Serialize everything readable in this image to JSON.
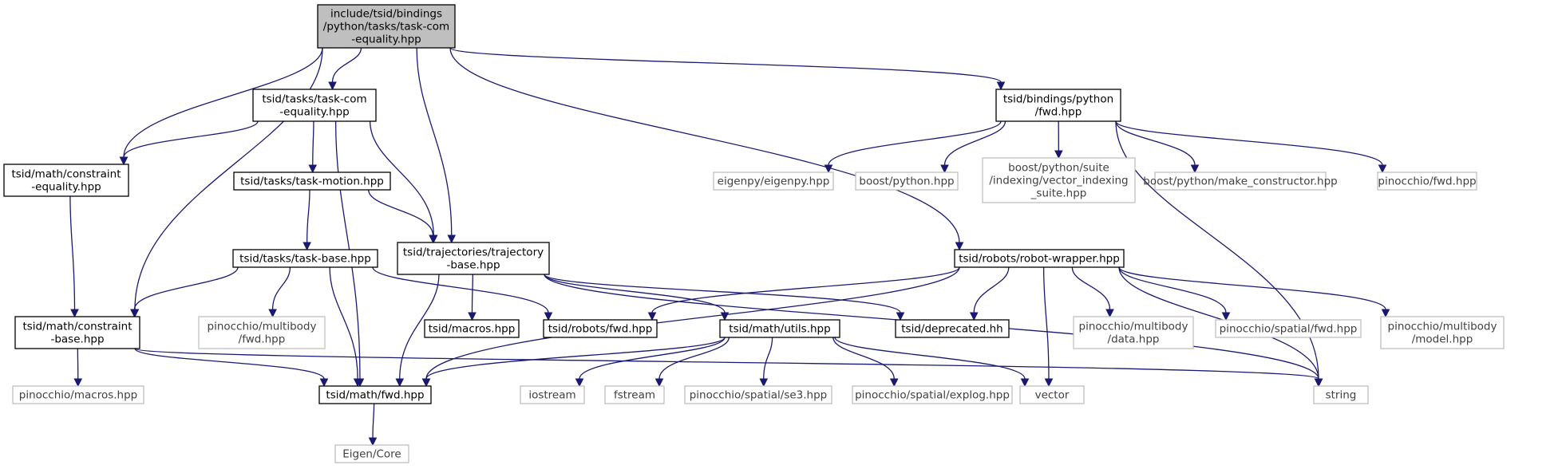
{
  "colors": {
    "edge": "#191970",
    "root_fill": "#bfbfbf",
    "internal_stroke": "#000000",
    "external_stroke": "#bfbfbf",
    "external_text": "#404040"
  },
  "nodes": [
    {
      "id": "root",
      "kind": "root",
      "lines": [
        "include/tsid/bindings",
        "/python/tasks/task-com",
        "-equality.hpp"
      ]
    },
    {
      "id": "task_com_eq",
      "kind": "internal",
      "lines": [
        "tsid/tasks/task-com",
        "-equality.hpp"
      ]
    },
    {
      "id": "py_fwd",
      "kind": "internal",
      "lines": [
        "tsid/bindings/python",
        "/fwd.hpp"
      ]
    },
    {
      "id": "constraint_eq",
      "kind": "internal",
      "lines": [
        "tsid/math/constraint",
        "-equality.hpp"
      ]
    },
    {
      "id": "task_motion",
      "kind": "internal",
      "lines": [
        "tsid/tasks/task-motion.hpp"
      ]
    },
    {
      "id": "eigenpy",
      "kind": "external",
      "lines": [
        "eigenpy/eigenpy.hpp"
      ]
    },
    {
      "id": "boost_python",
      "kind": "external",
      "lines": [
        "boost/python.hpp"
      ]
    },
    {
      "id": "boost_vis",
      "kind": "external",
      "lines": [
        "boost/python/suite",
        "/indexing/vector_indexing",
        "_suite.hpp"
      ]
    },
    {
      "id": "boost_mc",
      "kind": "external",
      "lines": [
        "boost/python/make_constructor.hpp"
      ]
    },
    {
      "id": "pin_fwd",
      "kind": "external",
      "lines": [
        "pinocchio/fwd.hpp"
      ]
    },
    {
      "id": "task_base",
      "kind": "internal",
      "lines": [
        "tsid/tasks/task-base.hpp"
      ]
    },
    {
      "id": "traj_base",
      "kind": "internal",
      "lines": [
        "tsid/trajectories/trajectory",
        "-base.hpp"
      ]
    },
    {
      "id": "robot_wrapper",
      "kind": "internal",
      "lines": [
        "tsid/robots/robot-wrapper.hpp"
      ]
    },
    {
      "id": "constraint_base",
      "kind": "internal",
      "lines": [
        "tsid/math/constraint",
        "-base.hpp"
      ]
    },
    {
      "id": "pin_mb_fwd",
      "kind": "external",
      "lines": [
        "pinocchio/multibody",
        "/fwd.hpp"
      ]
    },
    {
      "id": "tsid_macros",
      "kind": "internal",
      "lines": [
        "tsid/macros.hpp"
      ]
    },
    {
      "id": "robots_fwd",
      "kind": "internal",
      "lines": [
        "tsid/robots/fwd.hpp"
      ]
    },
    {
      "id": "math_utils",
      "kind": "internal",
      "lines": [
        "tsid/math/utils.hpp"
      ]
    },
    {
      "id": "deprecated",
      "kind": "internal",
      "lines": [
        "tsid/deprecated.hh"
      ]
    },
    {
      "id": "pin_mb_data",
      "kind": "external",
      "lines": [
        "pinocchio/multibody",
        "/data.hpp"
      ]
    },
    {
      "id": "pin_sp_fwd",
      "kind": "external",
      "lines": [
        "pinocchio/spatial/fwd.hpp"
      ]
    },
    {
      "id": "pin_mb_model",
      "kind": "external",
      "lines": [
        "pinocchio/multibody",
        "/model.hpp"
      ]
    },
    {
      "id": "pin_macros",
      "kind": "external",
      "lines": [
        "pinocchio/macros.hpp"
      ]
    },
    {
      "id": "math_fwd",
      "kind": "internal",
      "lines": [
        "tsid/math/fwd.hpp"
      ]
    },
    {
      "id": "iostream",
      "kind": "external",
      "lines": [
        "iostream"
      ]
    },
    {
      "id": "fstream",
      "kind": "external",
      "lines": [
        "fstream"
      ]
    },
    {
      "id": "pin_se3",
      "kind": "external",
      "lines": [
        "pinocchio/spatial/se3.hpp"
      ]
    },
    {
      "id": "pin_explog",
      "kind": "external",
      "lines": [
        "pinocchio/spatial/explog.hpp"
      ]
    },
    {
      "id": "vector",
      "kind": "external",
      "lines": [
        "vector"
      ]
    },
    {
      "id": "string",
      "kind": "external",
      "lines": [
        "string"
      ]
    },
    {
      "id": "eigen_core",
      "kind": "external",
      "lines": [
        "Eigen/Core"
      ]
    }
  ],
  "edges": [
    [
      "root",
      "task_com_eq"
    ],
    [
      "root",
      "py_fwd"
    ],
    [
      "root",
      "constraint_eq"
    ],
    [
      "root",
      "constraint_base"
    ],
    [
      "root",
      "traj_base"
    ],
    [
      "root",
      "robot_wrapper"
    ],
    [
      "task_com_eq",
      "constraint_eq"
    ],
    [
      "task_com_eq",
      "task_motion"
    ],
    [
      "task_com_eq",
      "traj_base"
    ],
    [
      "task_com_eq",
      "math_fwd"
    ],
    [
      "py_fwd",
      "eigenpy"
    ],
    [
      "py_fwd",
      "boost_python"
    ],
    [
      "py_fwd",
      "boost_vis"
    ],
    [
      "py_fwd",
      "boost_mc"
    ],
    [
      "py_fwd",
      "pin_fwd"
    ],
    [
      "py_fwd",
      "string"
    ],
    [
      "constraint_eq",
      "constraint_base"
    ],
    [
      "task_motion",
      "task_base"
    ],
    [
      "task_motion",
      "traj_base"
    ],
    [
      "task_base",
      "constraint_base"
    ],
    [
      "task_base",
      "pin_mb_fwd"
    ],
    [
      "task_base",
      "math_fwd"
    ],
    [
      "task_base",
      "robots_fwd"
    ],
    [
      "traj_base",
      "math_fwd"
    ],
    [
      "traj_base",
      "tsid_macros"
    ],
    [
      "traj_base",
      "math_utils"
    ],
    [
      "traj_base",
      "deprecated"
    ],
    [
      "traj_base",
      "string"
    ],
    [
      "robot_wrapper",
      "robots_fwd"
    ],
    [
      "robot_wrapper",
      "deprecated"
    ],
    [
      "robot_wrapper",
      "pin_mb_data"
    ],
    [
      "robot_wrapper",
      "pin_sp_fwd"
    ],
    [
      "robot_wrapper",
      "pin_mb_model"
    ],
    [
      "robot_wrapper",
      "math_fwd"
    ],
    [
      "robot_wrapper",
      "vector"
    ],
    [
      "robot_wrapper",
      "string"
    ],
    [
      "constraint_base",
      "pin_macros"
    ],
    [
      "constraint_base",
      "math_fwd"
    ],
    [
      "constraint_base",
      "string"
    ],
    [
      "math_utils",
      "math_fwd"
    ],
    [
      "math_utils",
      "iostream"
    ],
    [
      "math_utils",
      "fstream"
    ],
    [
      "math_utils",
      "pin_se3"
    ],
    [
      "math_utils",
      "pin_explog"
    ],
    [
      "math_utils",
      "vector"
    ],
    [
      "math_fwd",
      "eigen_core"
    ]
  ]
}
